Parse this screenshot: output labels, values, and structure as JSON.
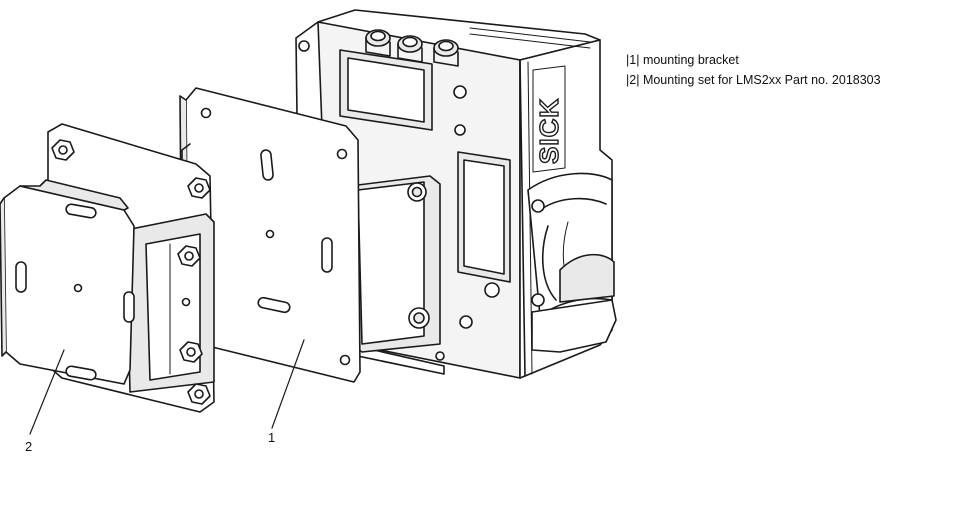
{
  "legend": [
    {
      "key": "|1|",
      "text": "mounting bracket"
    },
    {
      "key": "|2|",
      "text": "Mounting set for LMS2xx Part no. 2018303"
    }
  ],
  "callouts": {
    "one": "1",
    "two": "2"
  },
  "brand": "SICK",
  "colors": {
    "line": "#1a1a1a",
    "face": "#ffffff",
    "shade": "#e9e9e9",
    "dark": "#bdbdbd"
  }
}
